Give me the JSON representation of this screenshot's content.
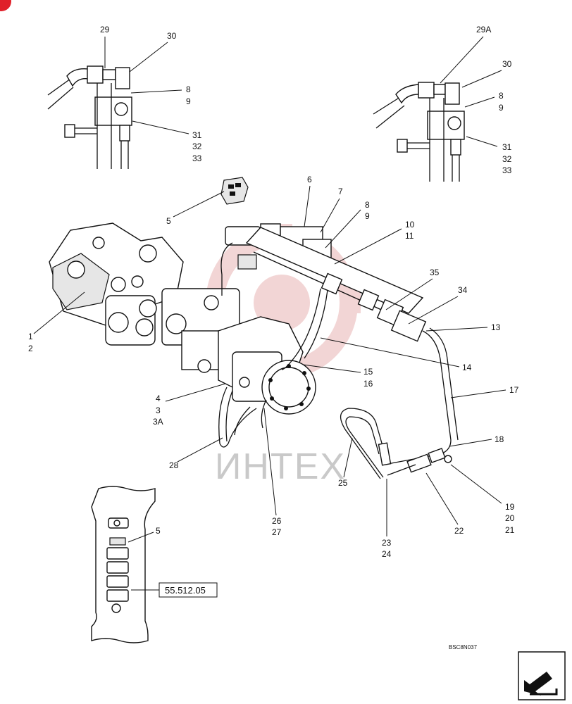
{
  "callouts": {
    "c29": "29",
    "c30_a": "30",
    "c8_a": "8",
    "c9_a": "9",
    "c31_a": "31",
    "c32_a": "32",
    "c33_a": "33",
    "c29A": "29A",
    "c30_b": "30",
    "c8_b": "8",
    "c9_b": "9",
    "c31_b": "31",
    "c32_b": "32",
    "c33_b": "33",
    "c5_top": "5",
    "c6": "6",
    "c7": "7",
    "c8_c": "8",
    "c9_c": "9",
    "c10": "10",
    "c11": "11",
    "c35": "35",
    "c34": "34",
    "c13": "13",
    "c14": "14",
    "c15": "15",
    "c16": "16",
    "c17": "17",
    "c18": "18",
    "c19": "19",
    "c20": "20",
    "c21": "21",
    "c22": "22",
    "c23": "23",
    "c24": "24",
    "c25": "25",
    "c26": "26",
    "c27": "27",
    "c28": "28",
    "c4": "4",
    "c3": "3",
    "c3A": "3A",
    "c1": "1",
    "c2": "2",
    "c5_panel": "5"
  },
  "reference_box": "55.512.05",
  "drawing_code": "BSC8N037",
  "watermark": "ИНТЕХ",
  "colors": {
    "watermark_logo": "#e8b4b4",
    "badge": "#e0202a",
    "ink": "#111111"
  },
  "icons": {
    "nav_arrow": "next-page-arrow-icon",
    "badge": "red-corner-badge"
  }
}
